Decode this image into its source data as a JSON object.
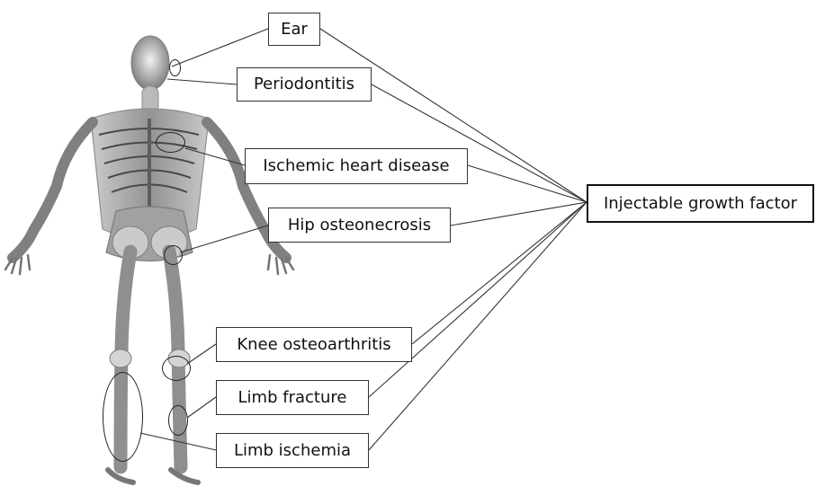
{
  "diagram": {
    "target_label": "Injectable growth factor",
    "labels": [
      "Ear",
      "Periodontitis",
      "Ischemic heart disease",
      "Hip osteonecrosis",
      "Knee osteoarthritis",
      "Limb fracture",
      "Limb ischemia"
    ]
  }
}
